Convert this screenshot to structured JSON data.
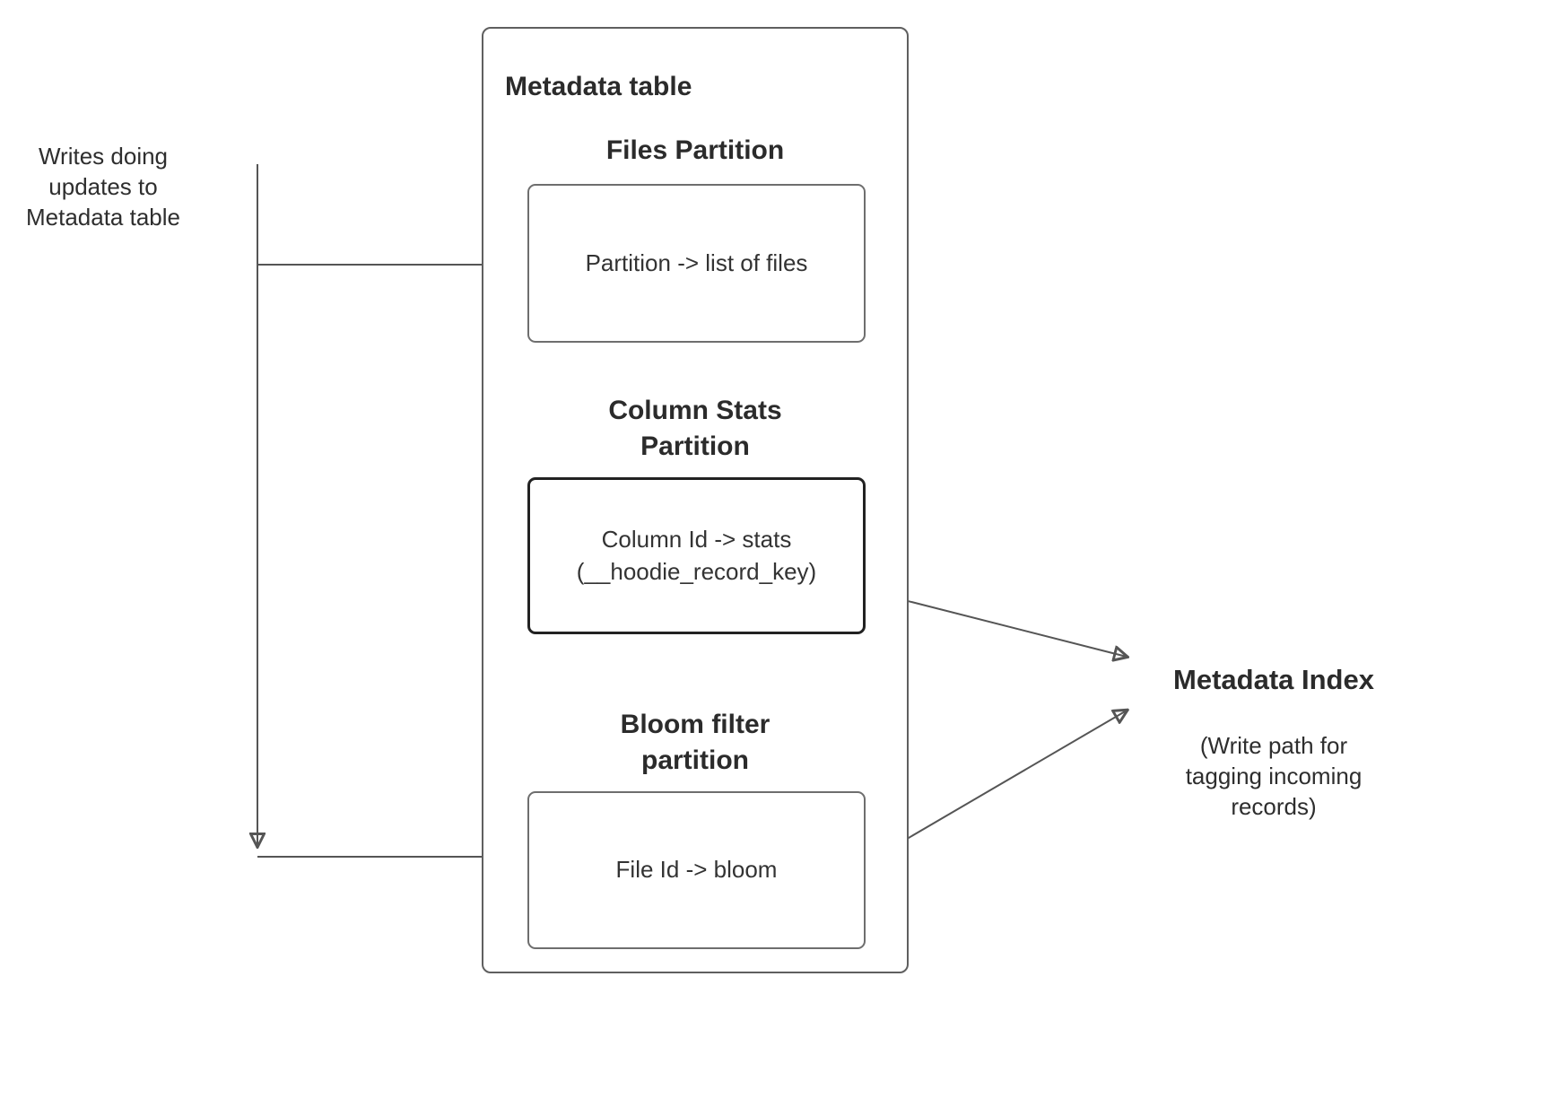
{
  "diagram": {
    "left_note": "Writes doing\nupdates to\nMetadata table",
    "metadata_table": {
      "title": "Metadata table",
      "files_partition": {
        "heading": "Files Partition",
        "box_text": "Partition -> list of files"
      },
      "column_stats_partition": {
        "heading": "Column Stats\nPartition",
        "box_text": "Column Id  -> stats\n(__hoodie_record_key)"
      },
      "bloom_filter_partition": {
        "heading": "Bloom filter\npartition",
        "box_text": "File Id -> bloom"
      }
    },
    "metadata_index": {
      "title": "Metadata Index",
      "subtitle": "(Write path for\ntagging incoming\nrecords)"
    }
  }
}
